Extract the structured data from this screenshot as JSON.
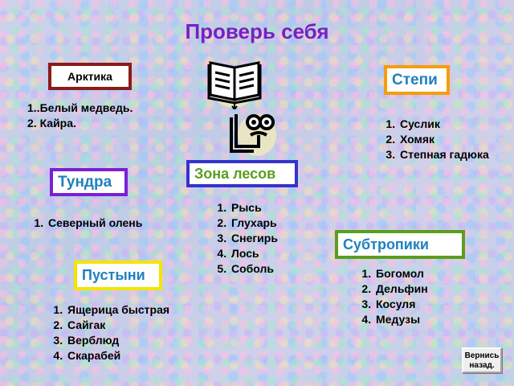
{
  "title": "Проверь себя",
  "zones": {
    "arctic": {
      "label": "Арктика",
      "items": [
        "1..Белый медведь.",
        "2. Кайра."
      ]
    },
    "steppe": {
      "label": "Степи",
      "items": [
        "Суслик",
        "Хомяк",
        "Степная гадюка"
      ]
    },
    "tundra": {
      "label": "Тундра",
      "items": [
        "Северный олень"
      ]
    },
    "forest": {
      "label": "Зона лесов",
      "items": [
        "Рысь",
        "Глухарь",
        "Снегирь",
        "Лось",
        "Соболь"
      ]
    },
    "subtropics": {
      "label": "Субтропики",
      "items": [
        "Богомол",
        "Дельфин",
        "Косуля",
        "Медузы"
      ]
    },
    "deserts": {
      "label": "Пустыни",
      "items": [
        "Ящерица быстрая",
        "Сайгак",
        "Верблюд",
        "Скарабей"
      ]
    }
  },
  "back_button": {
    "label": "Вернись назад."
  },
  "icons": {
    "book": "book-icon",
    "scholar": "scholar-icon"
  },
  "colors": {
    "title": "#7a1fc2",
    "arctic_border": "#8b1a1a",
    "steppe_border": "#f59e0b",
    "tundra_border": "#7b1fd6",
    "forest_border": "#3333cc",
    "subtropics_border": "#5a9e1c",
    "deserts_border": "#f5e400"
  }
}
